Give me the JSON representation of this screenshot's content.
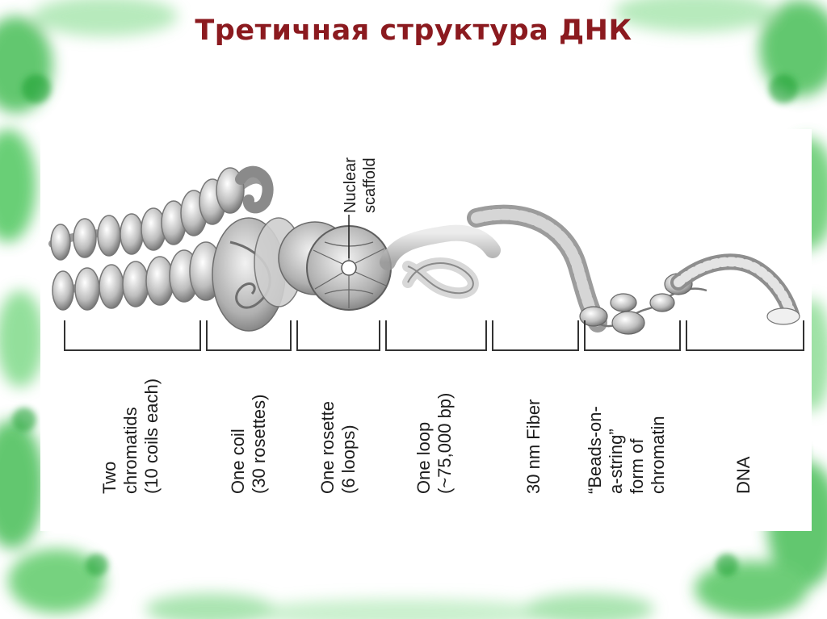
{
  "slide": {
    "title": "Третичная структура ДНК"
  },
  "diagram": {
    "callout": [
      "Nuclear",
      "scaffold"
    ],
    "stages": [
      {
        "id": "two-chromatids",
        "lines": [
          "Two",
          "chromatids",
          "(10 coils each)"
        ]
      },
      {
        "id": "one-coil",
        "lines": [
          "One coil",
          "(30 rosettes)"
        ]
      },
      {
        "id": "one-rosette",
        "lines": [
          "One rosette",
          "(6 loops)"
        ]
      },
      {
        "id": "one-loop",
        "lines": [
          "One loop",
          "(~75,000 bp)"
        ]
      },
      {
        "id": "30nm-fiber",
        "lines": [
          "30 nm Fiber"
        ]
      },
      {
        "id": "beads-on-string",
        "lines": [
          "“Beads-on-",
          "a-string”",
          "form of",
          "chromatin"
        ]
      },
      {
        "id": "dna",
        "lines": [
          "DNA"
        ]
      }
    ]
  },
  "colors": {
    "title": "#8b1a1f",
    "frame_green": "#3fbf4a",
    "drawing_gray": "#8c8c8c",
    "bracket": "#333333"
  }
}
